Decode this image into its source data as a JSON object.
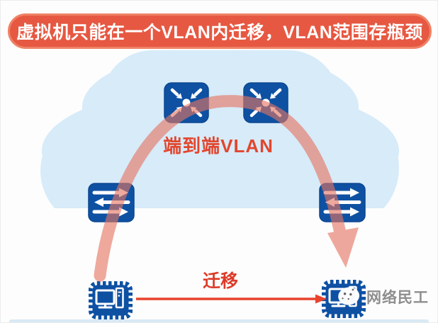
{
  "banner": {
    "text": "虚拟机只能在一个VLAN内迁移，VLAN范围存瓶颈",
    "bg_color": "#E65842",
    "text_color": "#FFFFFF"
  },
  "diagram": {
    "vlan_label": "端到端VLAN",
    "migration_label": "迁移",
    "watermark": "网络民工",
    "cloud_color": "#D7EBF9",
    "nodes": [
      {
        "id": "router-left",
        "type": "router"
      },
      {
        "id": "router-right",
        "type": "router"
      },
      {
        "id": "switch-left",
        "type": "switch"
      },
      {
        "id": "switch-right",
        "type": "switch"
      },
      {
        "id": "vm-source",
        "type": "virtual-machine"
      },
      {
        "id": "vm-target",
        "type": "virtual-machine"
      }
    ]
  },
  "colors": {
    "device_blue": "#0E51A3",
    "arc_pink": "#E57461",
    "red_accent": "#E8432C",
    "label_red": "#E2462E",
    "watermark_gray": "#8E8E8E"
  }
}
